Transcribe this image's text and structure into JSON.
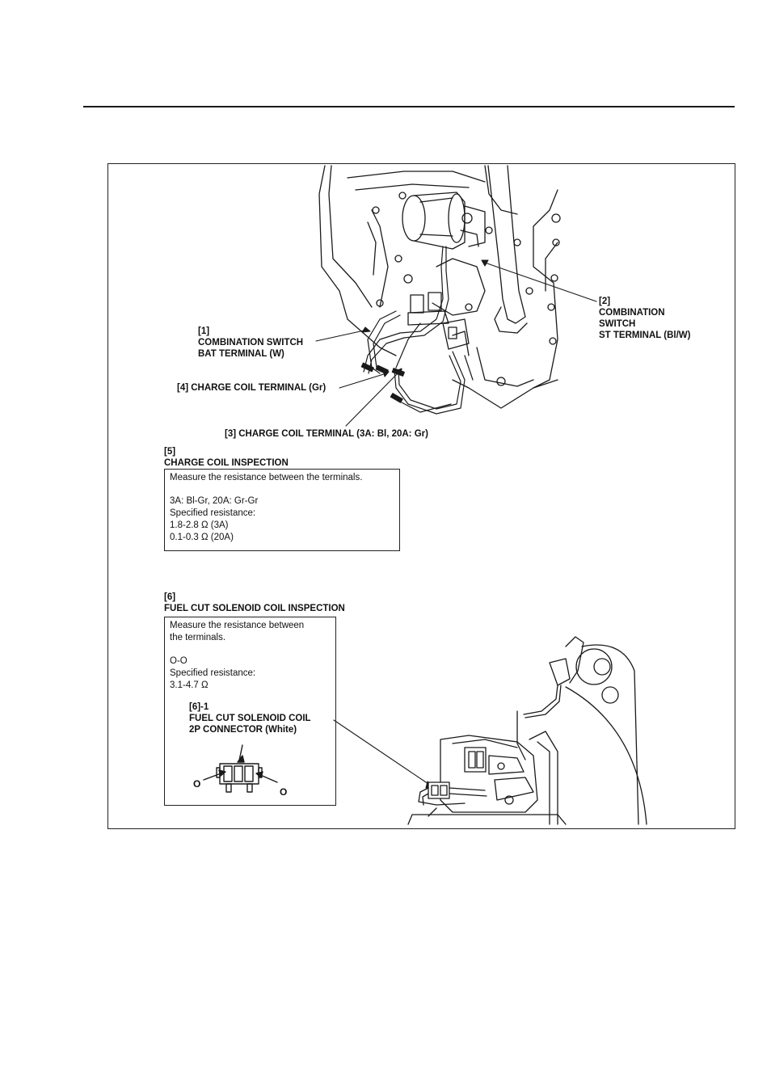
{
  "callouts": {
    "c1": {
      "num": "[1]",
      "line1": "COMBINATION SWITCH",
      "line2": "BAT TERMINAL (W)"
    },
    "c2": {
      "num": "[2]",
      "line1": "COMBINATION",
      "line2": "SWITCH",
      "line3": "ST TERMINAL (Bl/W)"
    },
    "c3": {
      "text": "[3] CHARGE COIL TERMINAL (3A: Bl, 20A: Gr)"
    },
    "c4": {
      "text": "[4] CHARGE COIL TERMINAL (Gr)"
    }
  },
  "charge_coil": {
    "num": "[5]",
    "title": "CHARGE COIL INSPECTION",
    "instruction": "Measure the resistance between the terminals.",
    "pairs": "3A: Bl-Gr, 20A: Gr-Gr",
    "spec_label": "Specified resistance:",
    "spec_3a": "1.8-2.8 Ω (3A)",
    "spec_20a": "0.1-0.3 Ω (20A)"
  },
  "fuel_cut": {
    "num": "[6]",
    "title": "FUEL CUT SOLENOID COIL INSPECTION",
    "instruction_line1": "Measure the resistance between",
    "instruction_line2": "the terminals.",
    "pairs": "O-O",
    "spec_label": "Specified resistance:",
    "spec": "3.1-4.7 Ω",
    "connector": {
      "num": "[6]-1",
      "line1": "FUEL CUT SOLENOID COIL",
      "line2": "2P CONNECTOR (White)",
      "terminal_left": "O",
      "terminal_right": "O"
    }
  }
}
